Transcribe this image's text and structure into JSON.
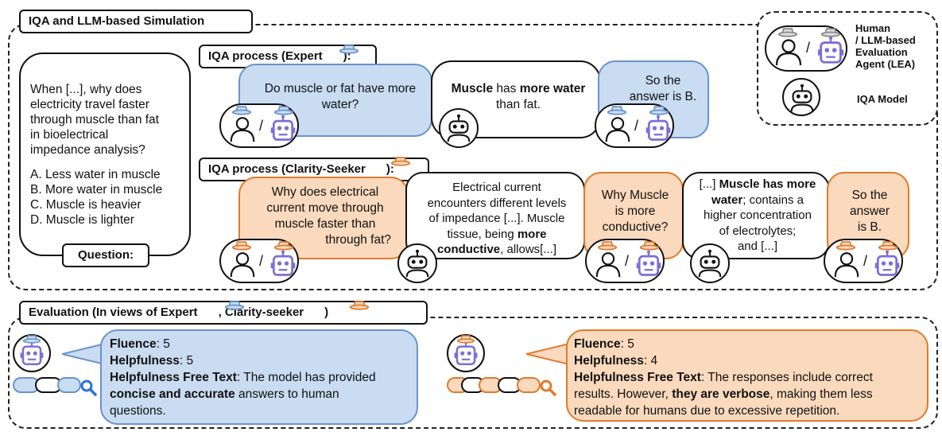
{
  "simulation": {
    "title": "IQA and LLM-based Simulation",
    "question": {
      "lines": [
        "When [...], why does",
        "electricity travel faster",
        "through muscle than fat",
        "in bioelectrical",
        "impedance analysis?"
      ],
      "options": [
        "A. Less water in muscle",
        "B. More water in muscle",
        "C. Muscle is heavier",
        "D. Muscle is lighter"
      ],
      "label": "Question:"
    },
    "expert": {
      "label": "IQA process (Expert",
      "label_end": "):",
      "turn1": [
        "Do muscle or fat have more",
        "water?"
      ],
      "turn2_line1_b1": "Muscle",
      "turn2_line1_m": " has ",
      "turn2_line1_b2": "more water",
      "turn2_line2": "than fat.",
      "turn3": [
        "So the",
        "answer is B."
      ]
    },
    "seeker": {
      "label": "IQA process (Clarity-Seeker",
      "label_end": "):",
      "turn1": [
        "Why does electrical",
        "current move through",
        "muscle faster than",
        "through fat?"
      ],
      "turn2": [
        "Electrical current",
        "encounters different levels",
        "of impedance [...]. Muscle",
        "tissue, being "
      ],
      "turn2_bold1": "more",
      "turn2_bold2": "conductive",
      "turn2_end": ", allows[...]",
      "turn3": [
        "Why Muscle",
        "is more",
        "conductive?"
      ],
      "turn4_a": "[...] ",
      "turn4_bold": "Muscle has more",
      "turn4_bold2": "water",
      "turn4_lines": [
        "; contains a",
        "higher concentration",
        "of electrolytes;",
        "and [...]"
      ],
      "turn5": [
        "So the",
        "answer",
        "is B."
      ]
    },
    "slash": "/"
  },
  "legend": {
    "lea_lines": [
      "Human",
      "/ LLM-based",
      "Evaluation",
      "Agent (LEA)"
    ],
    "model": "IQA Model",
    "slash": "/"
  },
  "evaluation": {
    "title": "Evaluation (In views of Expert",
    "title_mid": ", Clarity-seeker",
    "title_end": ")",
    "expert": {
      "fluence_label": "Fluence",
      "fluence_value": ": 5",
      "help_label": "Helpfulness",
      "help_value": ": 5",
      "free_label": "Helpfulness Free Text",
      "free_a": ": The model has provided",
      "free_bold": "concise and accurate",
      "free_b": " answers to human",
      "free_c": "questions."
    },
    "seeker": {
      "fluence_label": "Fluence",
      "fluence_value": ": 5",
      "help_label": "Helpfulness",
      "help_value": ": 4",
      "free_label": "Helpfulness Free Text",
      "free_a": ": The responses include correct",
      "free_b": "results. However, ",
      "free_bold": "they are verbose",
      "free_c": ", making them less",
      "free_d": "readable for humans due to excessive repetition."
    }
  },
  "colors": {
    "expert": "#6a93c9",
    "expert_fill": "#c9dcf2",
    "seeker": "#e07a2c",
    "seeker_fill": "#fad9bd",
    "robot": "#7b6fd6"
  },
  "icons": [
    "person-icon",
    "robot-icon",
    "expert-hat-icon",
    "seeker-hat-icon",
    "search-icon"
  ]
}
